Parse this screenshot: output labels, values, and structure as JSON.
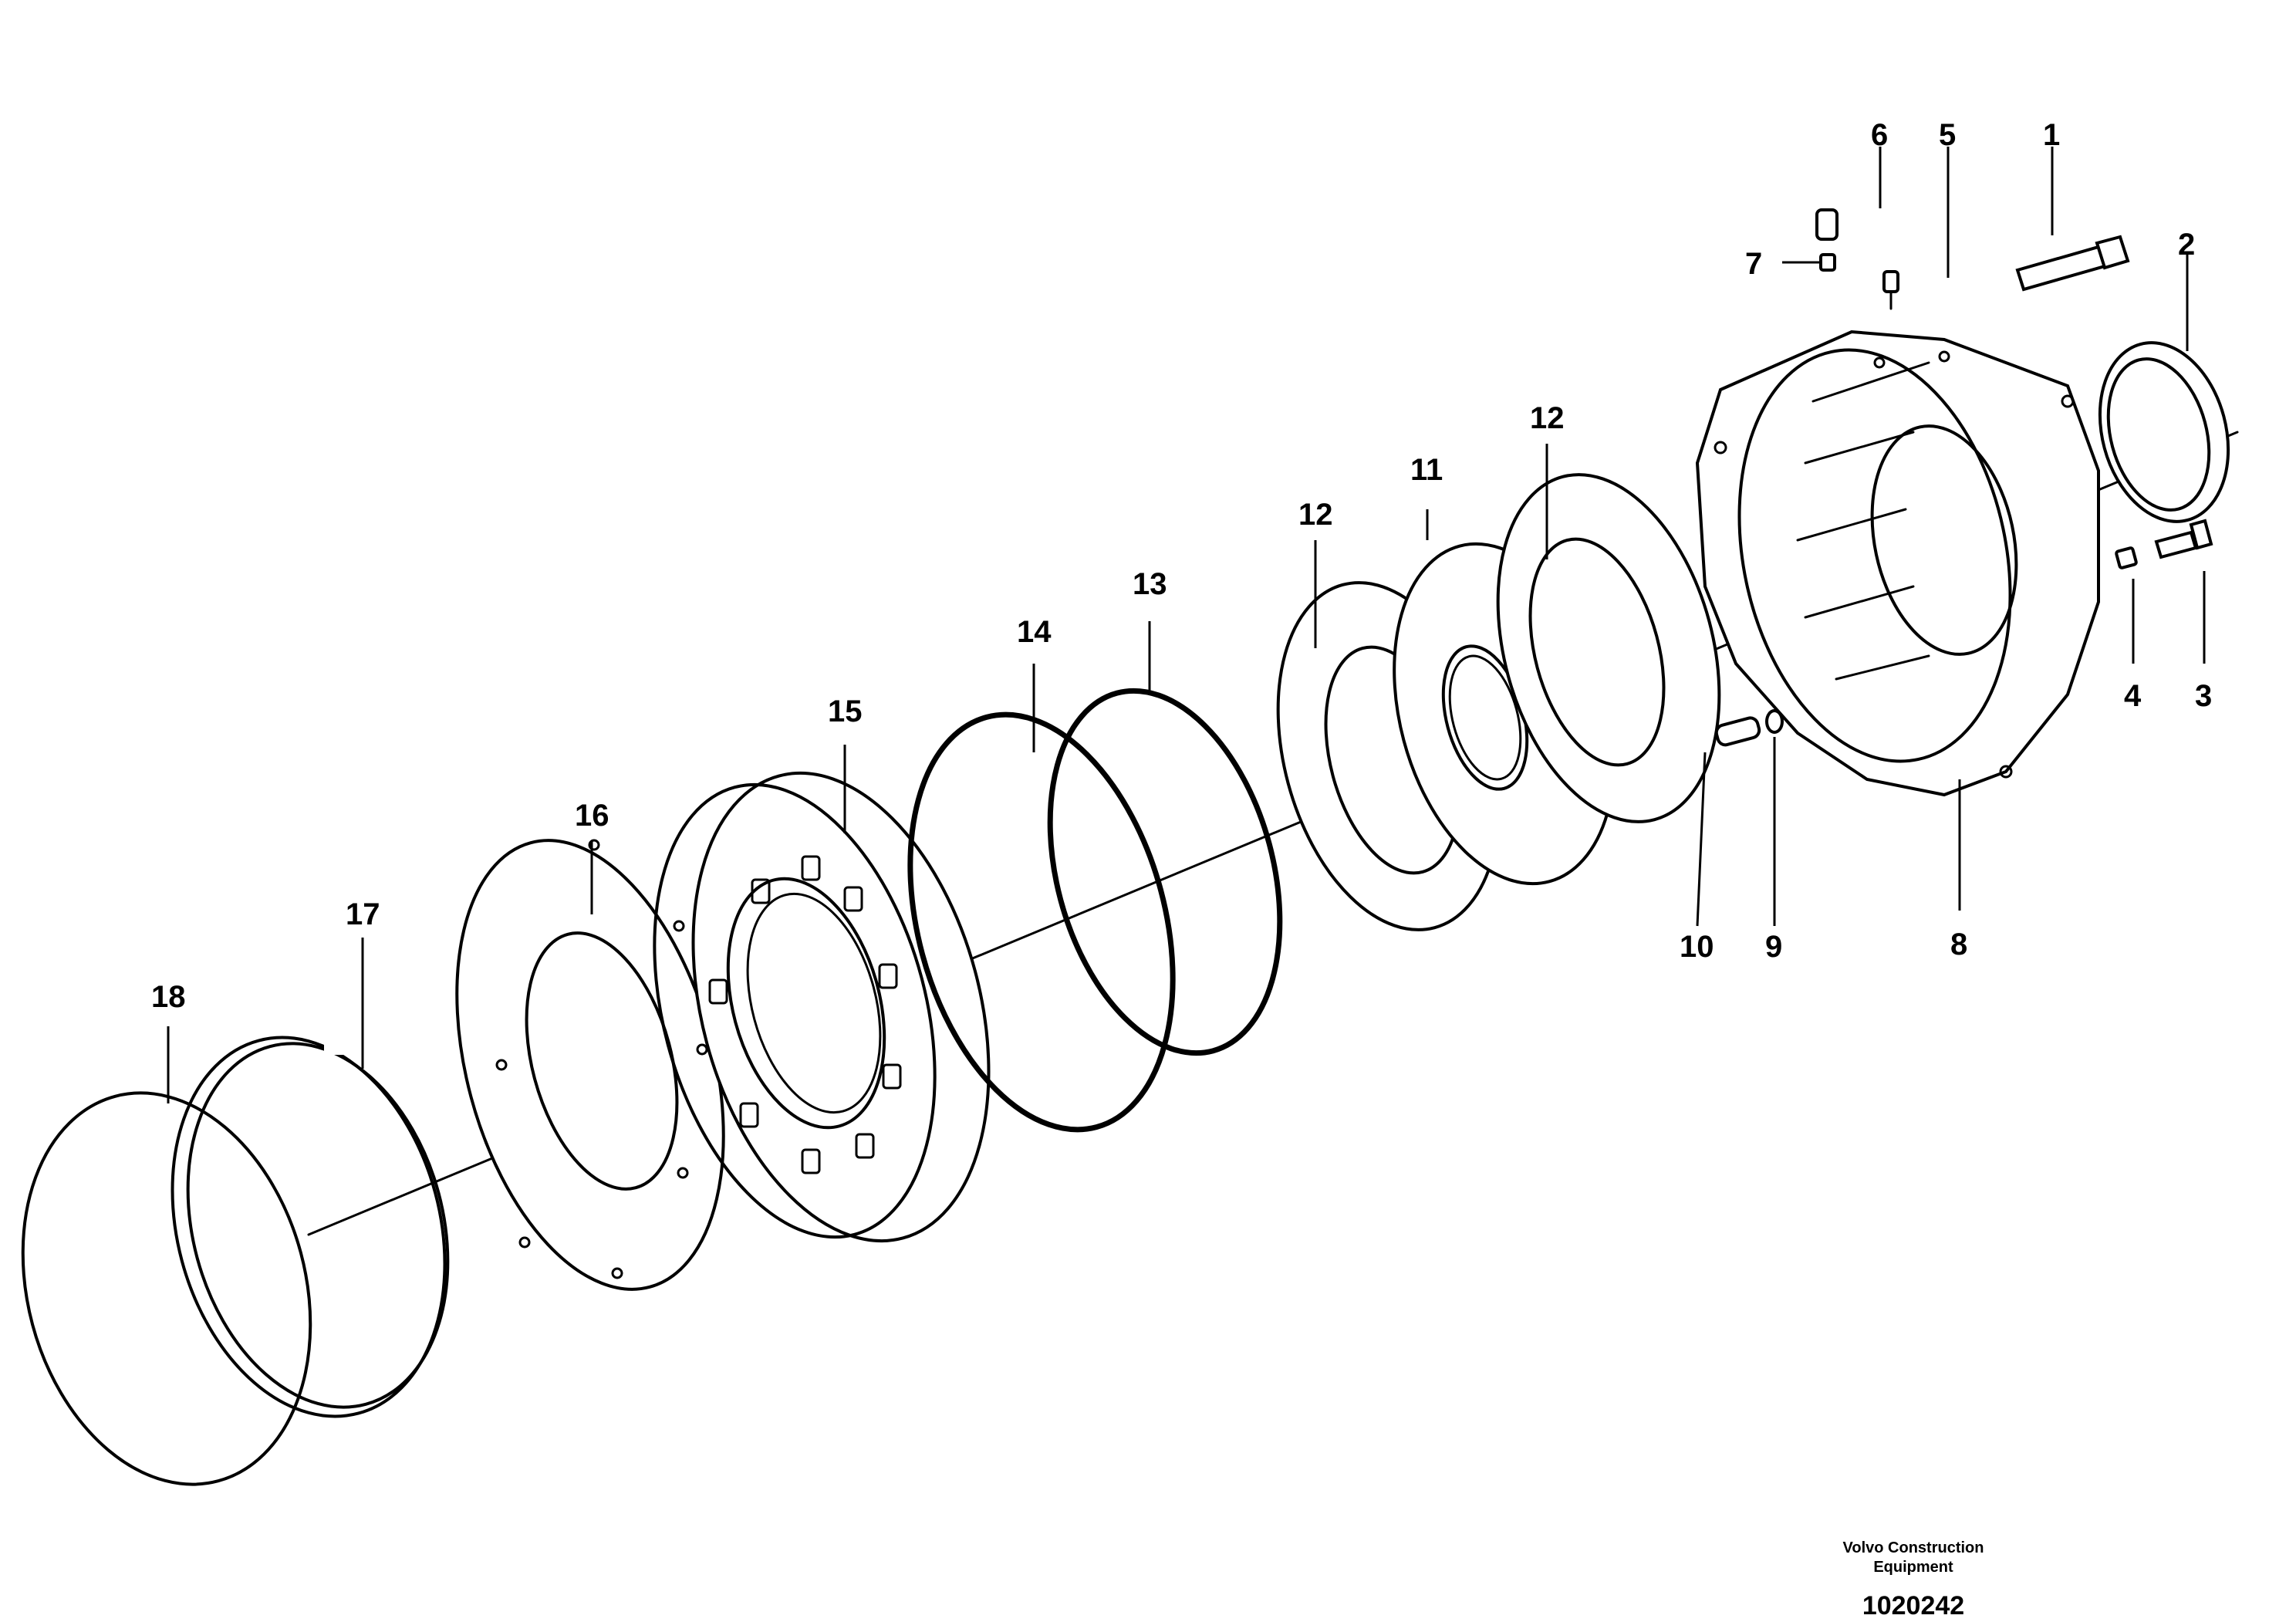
{
  "callouts": {
    "c1": "1",
    "c2": "2",
    "c3": "3",
    "c4": "4",
    "c5": "5",
    "c6": "6",
    "c7": "7",
    "c8": "8",
    "c9": "9",
    "c10": "10",
    "c11": "11",
    "c12a": "12",
    "c12b": "12",
    "c13": "13",
    "c14": "14",
    "c15": "15",
    "c16": "16",
    "c17": "17",
    "c18": "18"
  },
  "footer": {
    "company_line1": "Volvo Construction",
    "company_line2": "Equipment",
    "figure_number": "1020242"
  }
}
